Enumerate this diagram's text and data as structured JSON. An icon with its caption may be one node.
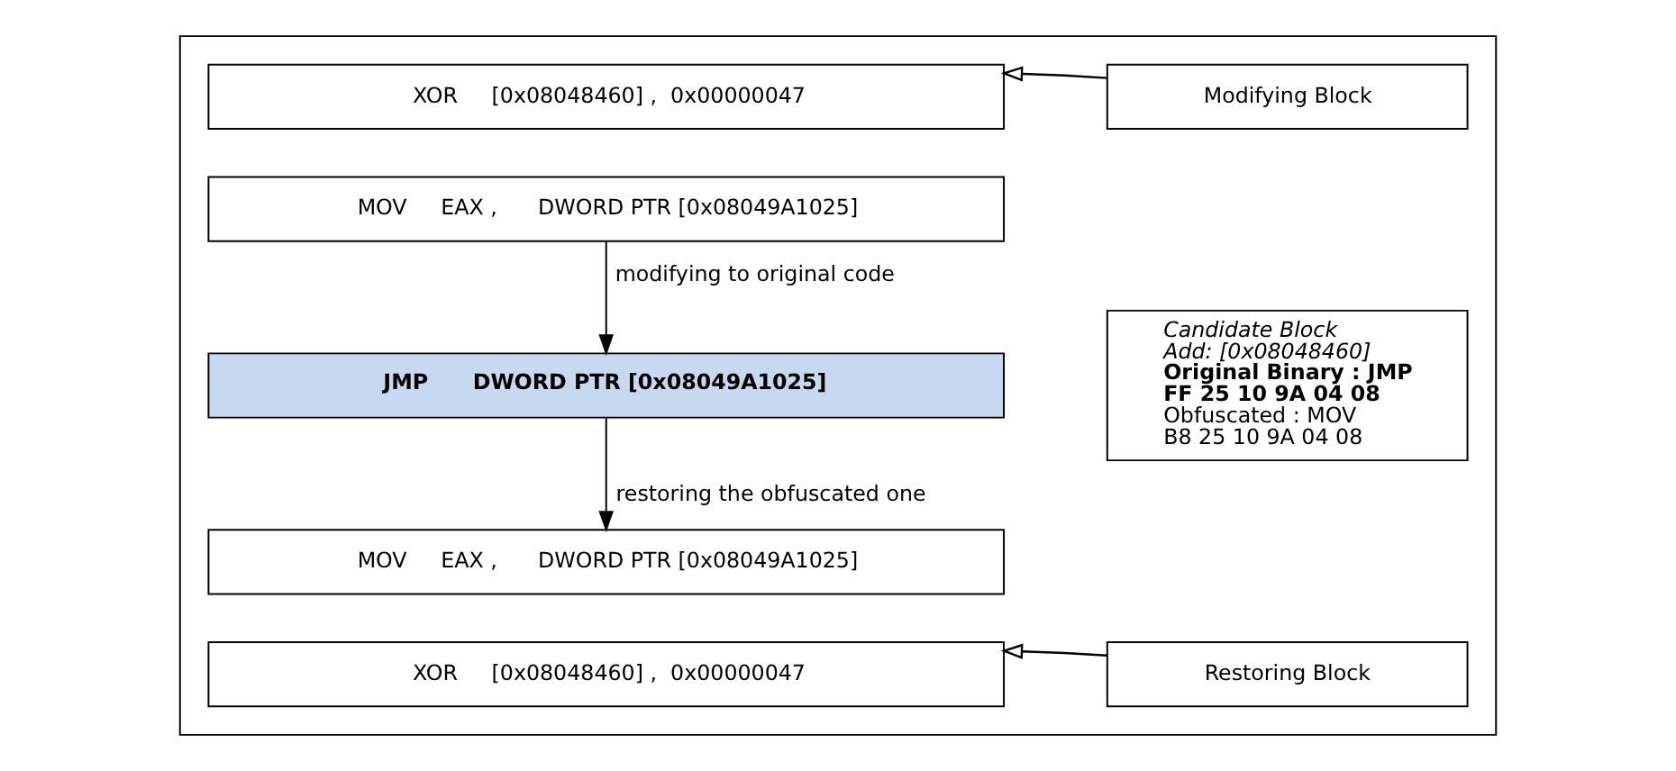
{
  "diagram": {
    "nodes": [
      {
        "text": [],
        "shape": "box"
      },
      {
        "text": [
          "XOR     [0x08048460] ,  0x00000047"
        ],
        "in": 0
      },
      {
        "text": [
          "Modifying Block"
        ],
        "in": 0
      },
      {
        "text": [
          "MOV     EAX ,      DWORD PTR [0x08049A1025]"
        ],
        "in": 0
      },
      {
        "text": [
          "JMP      DWORD PTR [0x08049A1025]"
        ],
        "in": 0
      },
      {
        "text": [
          "MOV     EAX ,      DWORD PTR [0x08049A1025]"
        ],
        "in": 0
      },
      {
        "text": [
          "Candidate Block",
          "Add: [0x08048460]",
          "Original Binary : JMP",
          "FF 25 10 9A 04 08",
          "Obfuscated : MOV",
          "B8 25 10 9A 04 08"
        ],
        "in": 0
      },
      {
        "text": [
          "XOR     [0x08048460] ,  0x00000047"
        ],
        "in": 0
      },
      {
        "text": [
          "Restoring Block"
        ],
        "in": 0
      }
    ],
    "edges": [
      {
        "from": 2,
        "to": 1,
        "arrow": "to"
      },
      {
        "from": 3,
        "to": 4,
        "arrow": "to",
        "label": "modifying to original code"
      },
      {
        "from": 4,
        "to": 5,
        "arrow": "to",
        "label": "restoring the obfuscated one"
      },
      {
        "from": 8,
        "to": 7,
        "arrow": "to"
      }
    ]
  }
}
